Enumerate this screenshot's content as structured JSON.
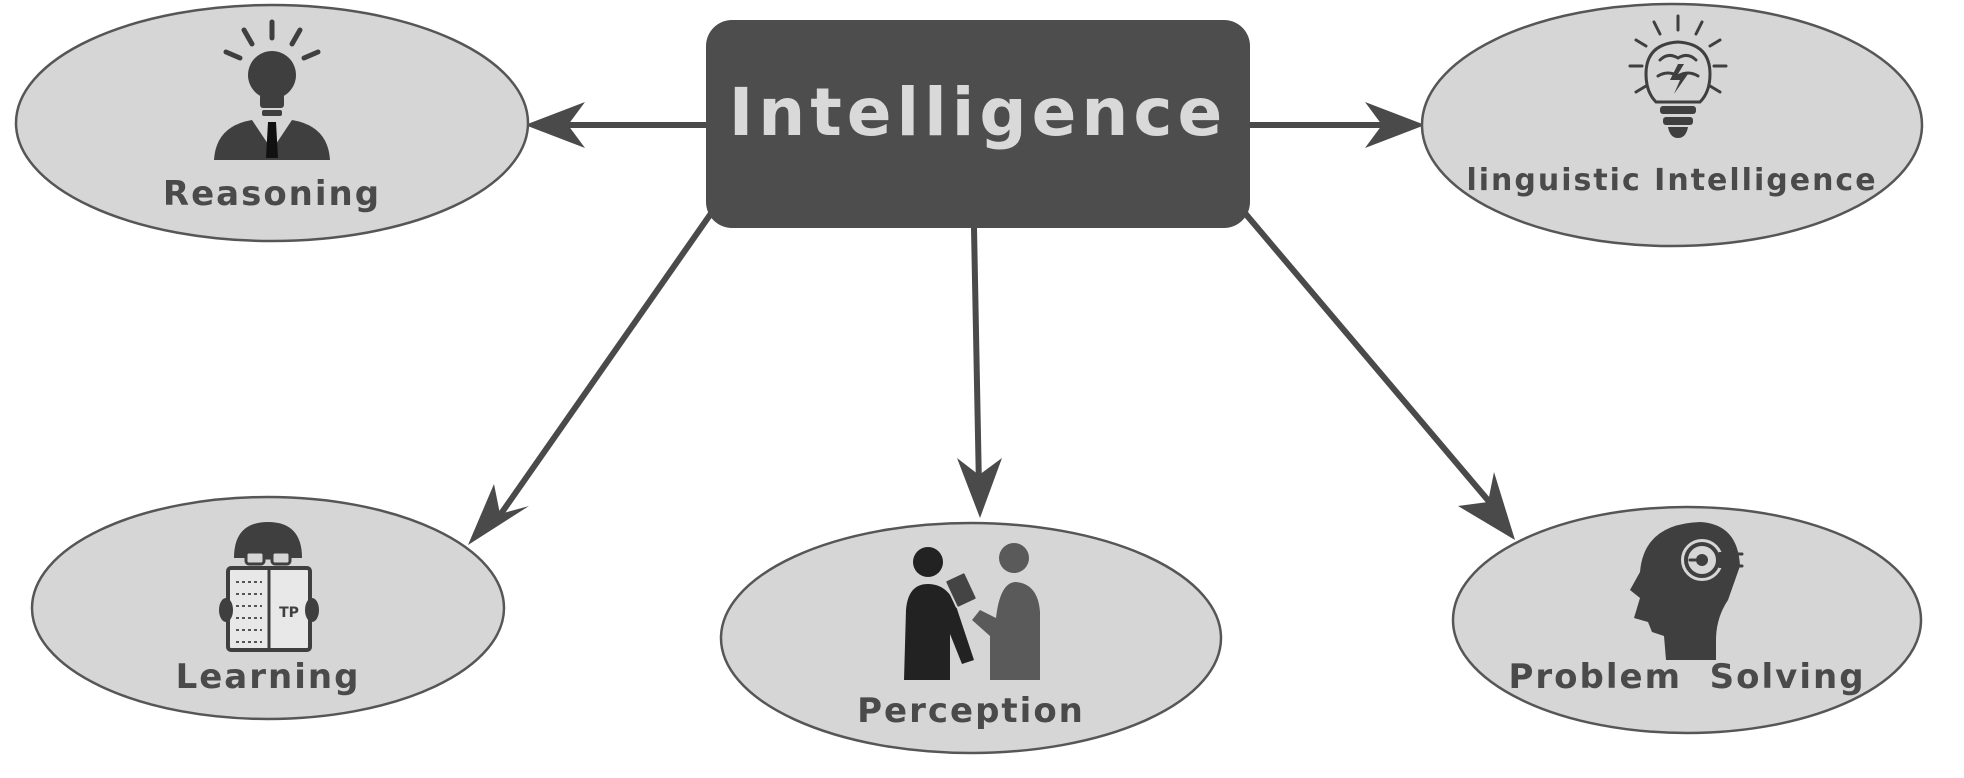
{
  "central": {
    "label": "Intelligence"
  },
  "nodes": [
    {
      "id": "reasoning",
      "label": "Reasoning",
      "icon": "lightbulb-head-person-icon"
    },
    {
      "id": "linguistic",
      "label": "linguistic Intelligence",
      "icon": "brain-lightbulb-icon"
    },
    {
      "id": "learning",
      "label": "Learning",
      "icon": "person-reading-book-icon",
      "icon_text": "TP"
    },
    {
      "id": "perception",
      "label": "Perception",
      "icon": "two-people-talking-icon"
    },
    {
      "id": "problem_solving",
      "label": "Problem  Solving",
      "icon": "head-with-lightbulb-icon"
    }
  ],
  "edges": [
    {
      "from": "Intelligence",
      "to": "Reasoning"
    },
    {
      "from": "Intelligence",
      "to": "linguistic Intelligence"
    },
    {
      "from": "Intelligence",
      "to": "Learning"
    },
    {
      "from": "Intelligence",
      "to": "Perception"
    },
    {
      "from": "Intelligence",
      "to": "Problem  Solving"
    }
  ],
  "colors": {
    "central_fill": "#4d4d4d",
    "central_text": "#d9d9d9",
    "node_fill": "#d6d6d6",
    "node_stroke": "#565656",
    "arrow": "#4a4a4a"
  }
}
